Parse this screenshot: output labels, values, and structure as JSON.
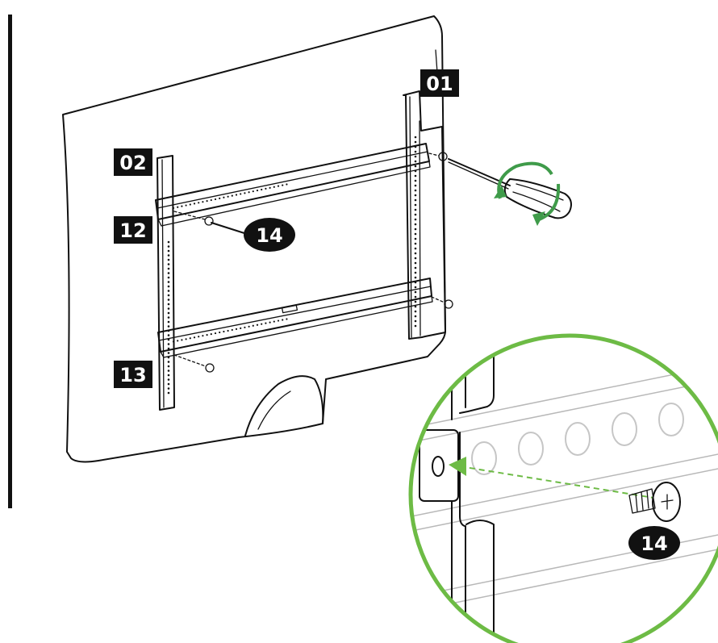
{
  "labels": {
    "bracket_rail_right": "01",
    "bracket_rail_left": "02",
    "top_bar": "12",
    "bottom_bar": "13",
    "screw_callout_main": "14",
    "screw_callout_detail": "14"
  },
  "colors": {
    "ink": "#111111",
    "label_bg": "#111111",
    "label_text": "#ffffff",
    "accent_green": "#6dbb45",
    "arrow_green": "#3f9b4a"
  }
}
